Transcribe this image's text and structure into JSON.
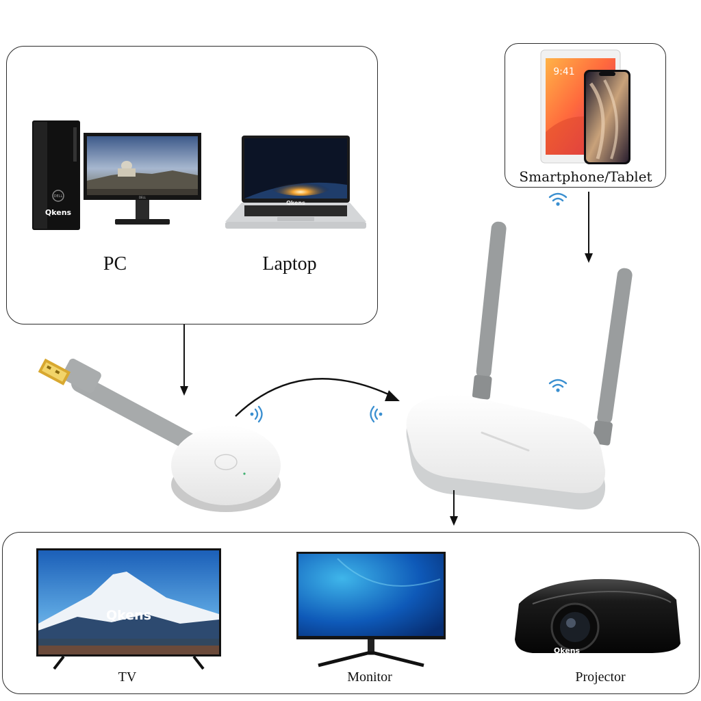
{
  "source_box": {
    "devices": [
      {
        "label": "PC",
        "brand": "Qkens",
        "monitor_logo": "DELL"
      },
      {
        "label": "Laptop",
        "brand": "Qkens"
      }
    ]
  },
  "mobile_box": {
    "label": "Smartphone/Tablet",
    "time": "9:41"
  },
  "display_box": {
    "devices": [
      {
        "label": "TV",
        "brand": "Qkens"
      },
      {
        "label": "Monitor"
      },
      {
        "label": "Projector",
        "brand": "Qkens"
      }
    ]
  },
  "icons": [
    "pc-tower-icon",
    "monitor-icon",
    "laptop-icon",
    "tablet-icon",
    "smartphone-icon",
    "usb-transmitter-icon",
    "receiver-icon",
    "wifi-signal-icon",
    "tv-icon",
    "projector-icon",
    "arrow-icon"
  ],
  "colors": {
    "signal": "#3a8fd0",
    "device_white": "#f2f2f2",
    "cable_gray": "#a7aaab",
    "frame": "#2a2a2a"
  }
}
